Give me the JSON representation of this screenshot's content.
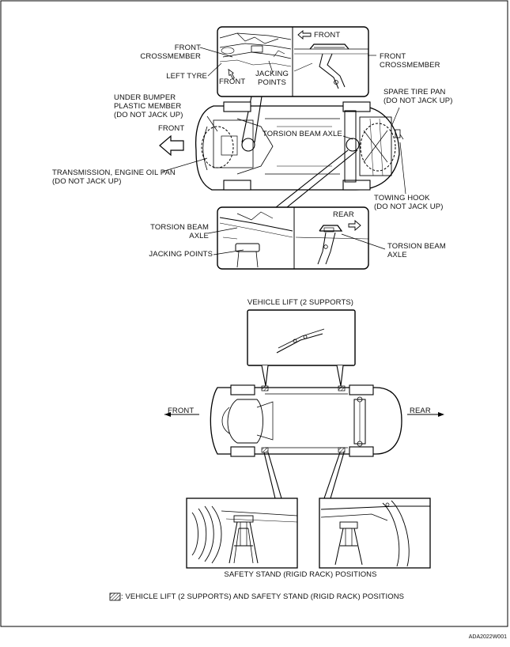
{
  "figure_code": "ADA2022W001",
  "top_section": {
    "front_crossmember_left": [
      "FRONT",
      "CROSSMEMBER"
    ],
    "left_tyre": "LEFT TYRE",
    "front_inset_arrow": "FRONT",
    "jacking_points_inset": [
      "JACKING",
      "POINTS"
    ],
    "front_arrow_inset_right": "FRONT",
    "front_crossmember_right": [
      "FRONT",
      "CROSSMEMBER"
    ],
    "under_bumper": [
      "UNDER BUMPER",
      "PLASTIC MEMBER",
      "(DO NOT JACK UP)"
    ],
    "front": "FRONT",
    "spare_tire_pan": [
      "SPARE TIRE PAN",
      "(DO NOT JACK UP)"
    ],
    "torsion_beam_axle_center": "TORSION BEAM AXLE",
    "transmission": [
      "TRANSMISSION, ENGINE OIL PAN",
      "(DO NOT JACK UP)"
    ],
    "towing_hook": [
      "TOWING HOOK",
      "(DO NOT JACK UP)"
    ],
    "torsion_beam_axle_left": [
      "TORSION BEAM",
      "AXLE"
    ],
    "rear_inset_arrow": "REAR",
    "jacking_points_bottom": "JACKING POINTS",
    "torsion_beam_axle_right": [
      "TORSION BEAM",
      "AXLE"
    ]
  },
  "bottom_section": {
    "vehicle_lift": "VEHICLE LIFT (2 SUPPORTS)",
    "front": "FRONT",
    "rear": "REAR",
    "safety_stand": "SAFETY STAND (RIGID RACK) POSITIONS",
    "legend": ": VEHICLE LIFT (2 SUPPORTS) AND SAFETY STAND (RIGID RACK) POSITIONS"
  }
}
